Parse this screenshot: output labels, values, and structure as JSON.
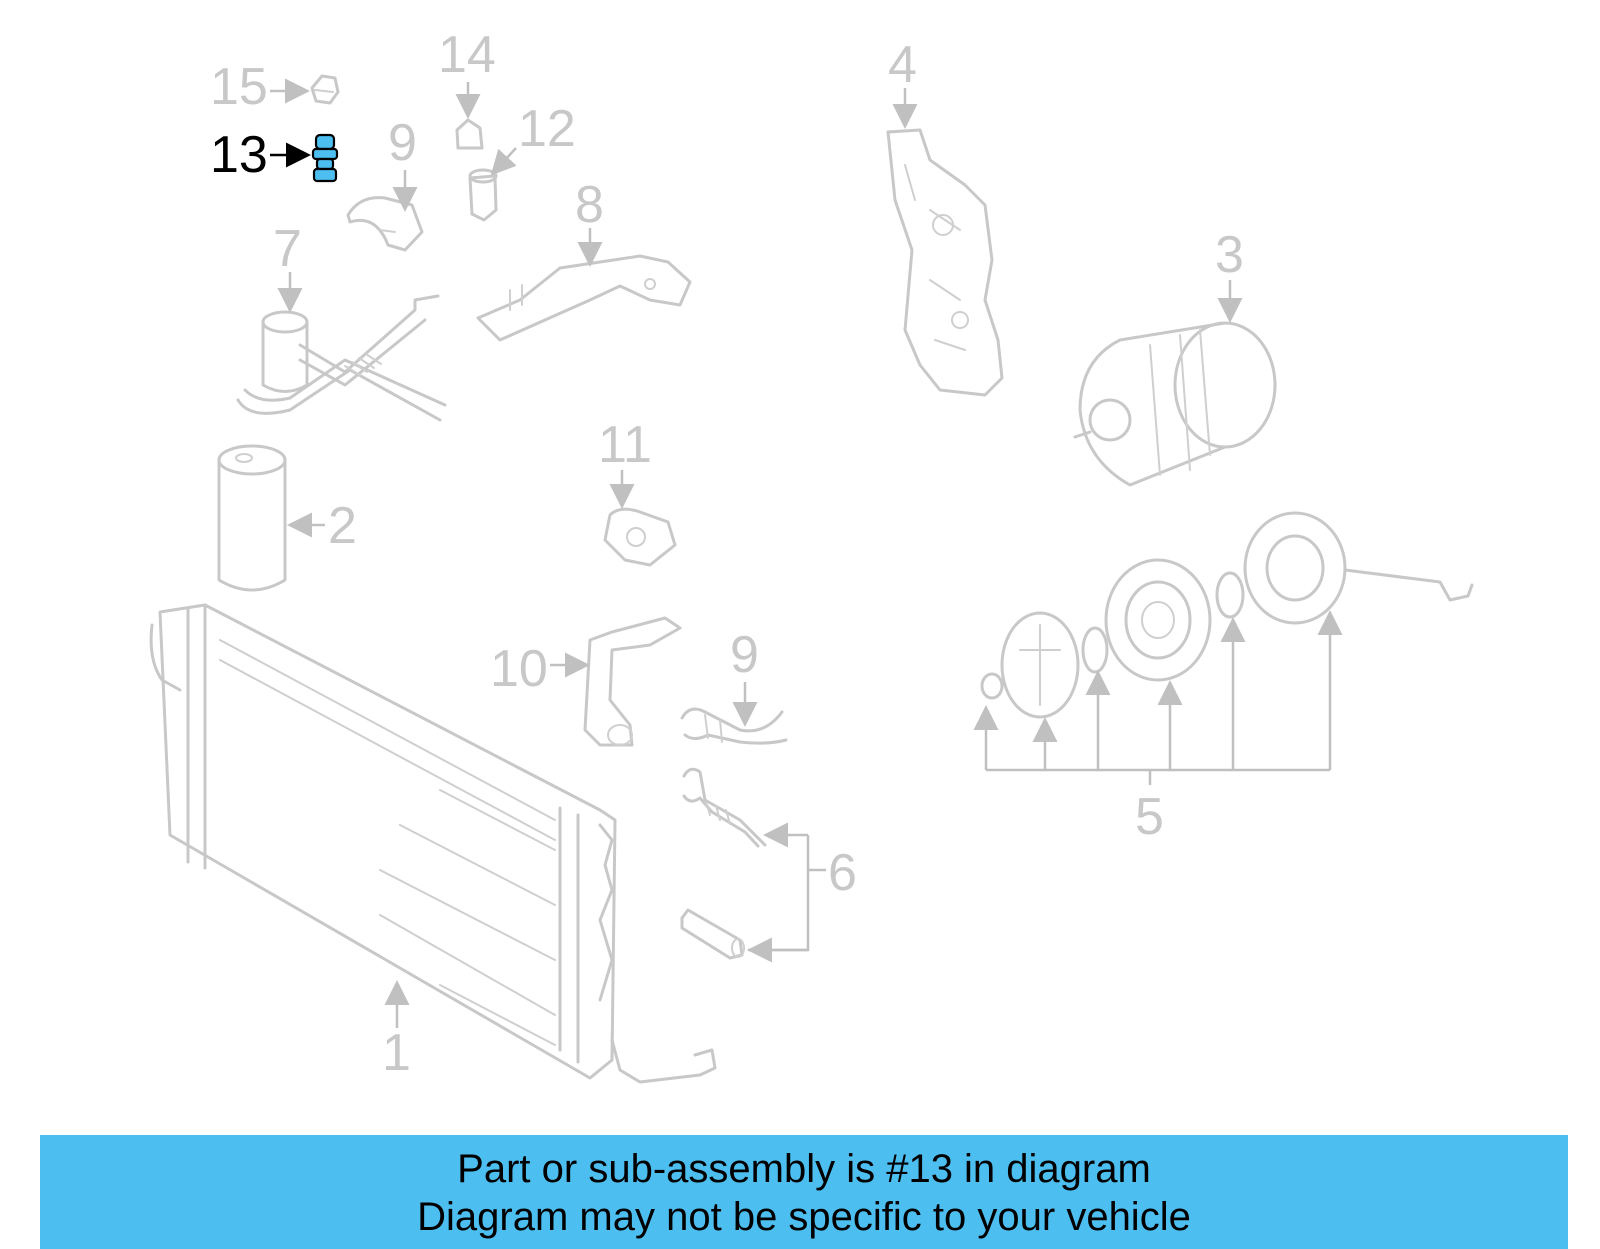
{
  "callouts": {
    "c1": "1",
    "c2": "2",
    "c3": "3",
    "c4": "4",
    "c5": "5",
    "c6": "6",
    "c7": "7",
    "c8": "8",
    "c9a": "9",
    "c9b": "9",
    "c10": "10",
    "c11": "11",
    "c12": "12",
    "c13": "13",
    "c14": "14",
    "c15": "15"
  },
  "highlighted_part": "13",
  "colors": {
    "highlight": "#4dbef0",
    "inactive": "#c8c8c8",
    "active_label": "#000000"
  },
  "banner": {
    "line1": "Part or sub-assembly is #13 in diagram",
    "line2": "Diagram may not be specific to your vehicle"
  }
}
